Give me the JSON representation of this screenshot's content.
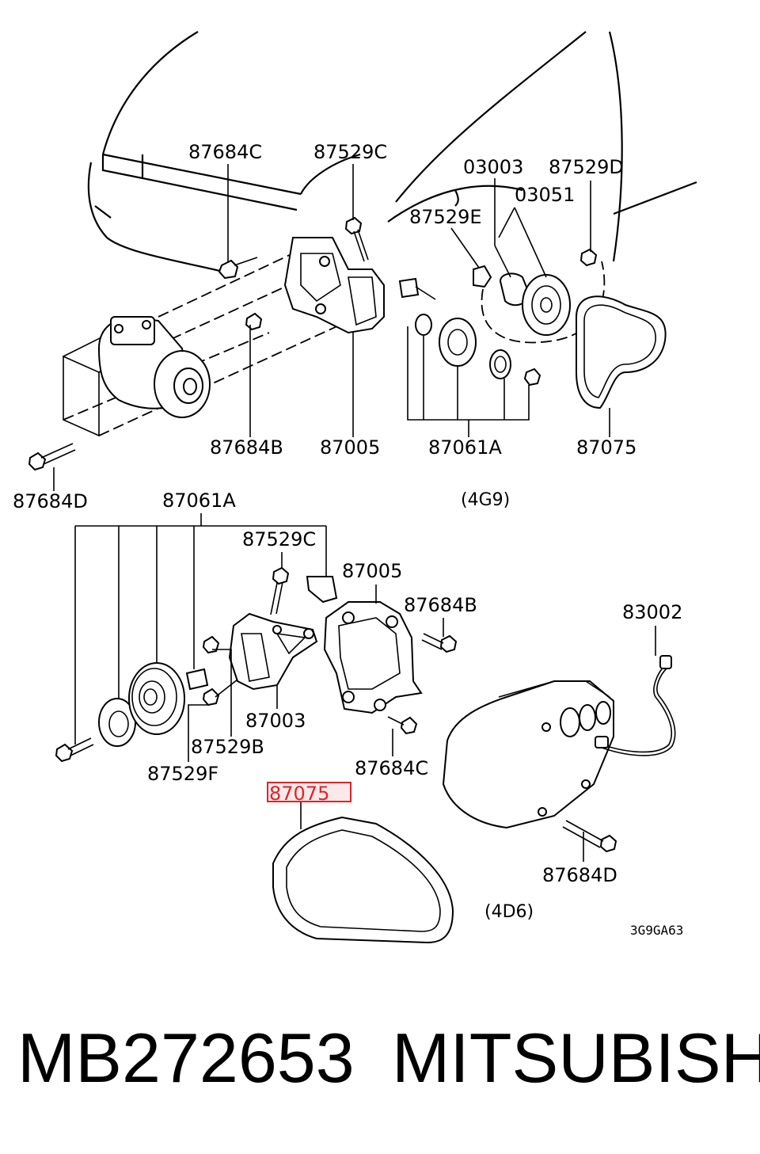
{
  "diagram": {
    "top_labels": {
      "p87684C": "87684C",
      "p87529C": "87529C",
      "p03003": "03003",
      "p87529D": "87529D",
      "p03051": "03051",
      "p87529E": "87529E",
      "p87684B": "87684B",
      "p87005": "87005",
      "p87061A": "87061A",
      "p87075": "87075",
      "p87684D": "87684D"
    },
    "top_section": "(4G9)",
    "bottom_labels": {
      "p87061A": "87061A",
      "p87529C": "87529C",
      "p87005": "87005",
      "p87684B": "87684B",
      "p83002": "83002",
      "p87003": "87003",
      "p87529B": "87529B",
      "p87529F": "87529F",
      "p87684C": "87684C",
      "p87075": "87075",
      "p87684D": "87684D"
    },
    "bottom_section": "(4D6)",
    "figure_code": "3G9GA63",
    "highlighted_part": "87075",
    "highlight_color": "#d9262b"
  },
  "footer": {
    "part_number": "MB272653",
    "brand": "MITSUBISHI"
  }
}
